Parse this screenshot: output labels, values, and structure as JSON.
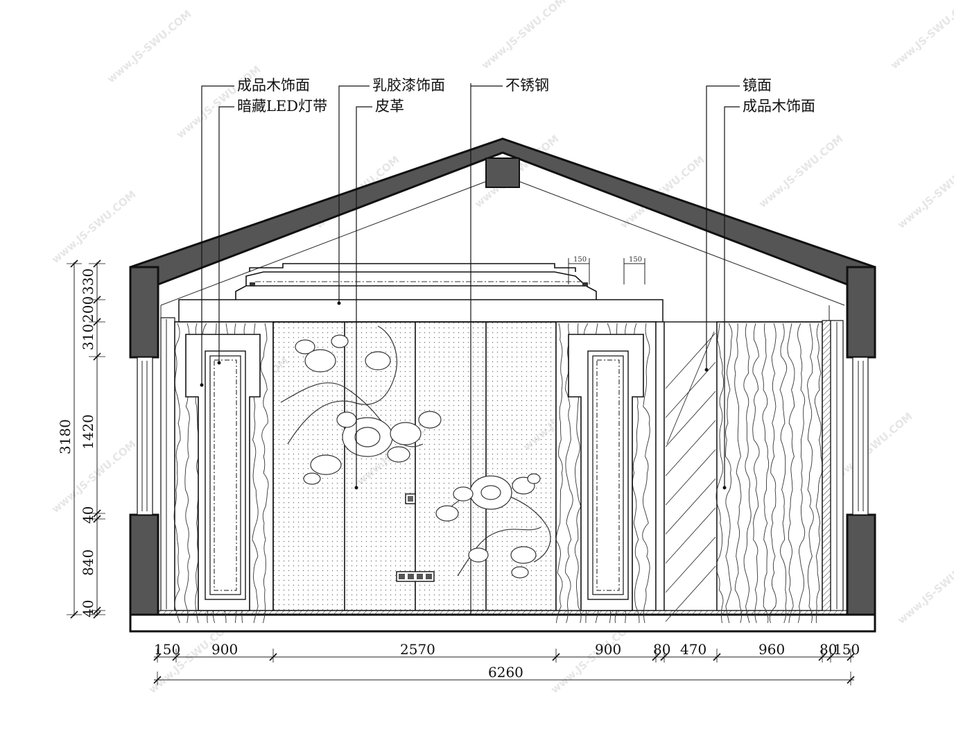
{
  "labels": {
    "wood_finish_left": "成品木饰面",
    "led_strip": "暗藏LED灯带",
    "latex_paint": "乳胶漆饰面",
    "leather": "皮革",
    "stainless_steel": "不锈钢",
    "mirror": "镜面",
    "wood_finish_right": "成品木饰面"
  },
  "dimensions": {
    "horizontal": [
      "150",
      "900",
      "2570",
      "900",
      "80",
      "470",
      "960",
      "80",
      "150"
    ],
    "horizontal_total": "6260",
    "vertical": [
      "330",
      "200",
      "310",
      "1420",
      "40",
      "840",
      "40"
    ],
    "vertical_total": "3180",
    "detail_left": "150",
    "detail_right": "150"
  },
  "watermark": "www.JS-SWU.COM"
}
